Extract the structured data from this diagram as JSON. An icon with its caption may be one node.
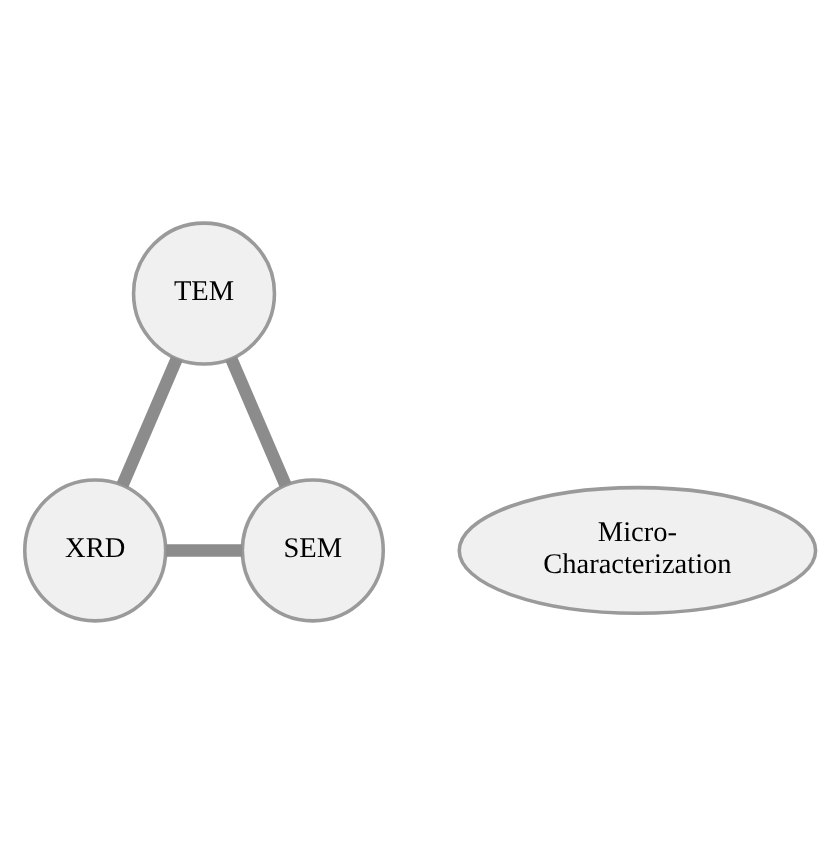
{
  "diagram": {
    "nodes": [
      {
        "text": [
          "TEM"
        ]
      },
      {
        "text": [
          "Micro- Characterization"
        ]
      },
      {
        "text": [
          "SEM"
        ]
      },
      {
        "text": [
          "XRD"
        ]
      }
    ],
    "edges": [
      {
        "from": 0,
        "to": 3,
        "arrow": "none"
      },
      {
        "from": 3,
        "to": 2,
        "arrow": "none"
      },
      {
        "from": 2,
        "to": 0,
        "arrow": "none"
      }
    ]
  }
}
